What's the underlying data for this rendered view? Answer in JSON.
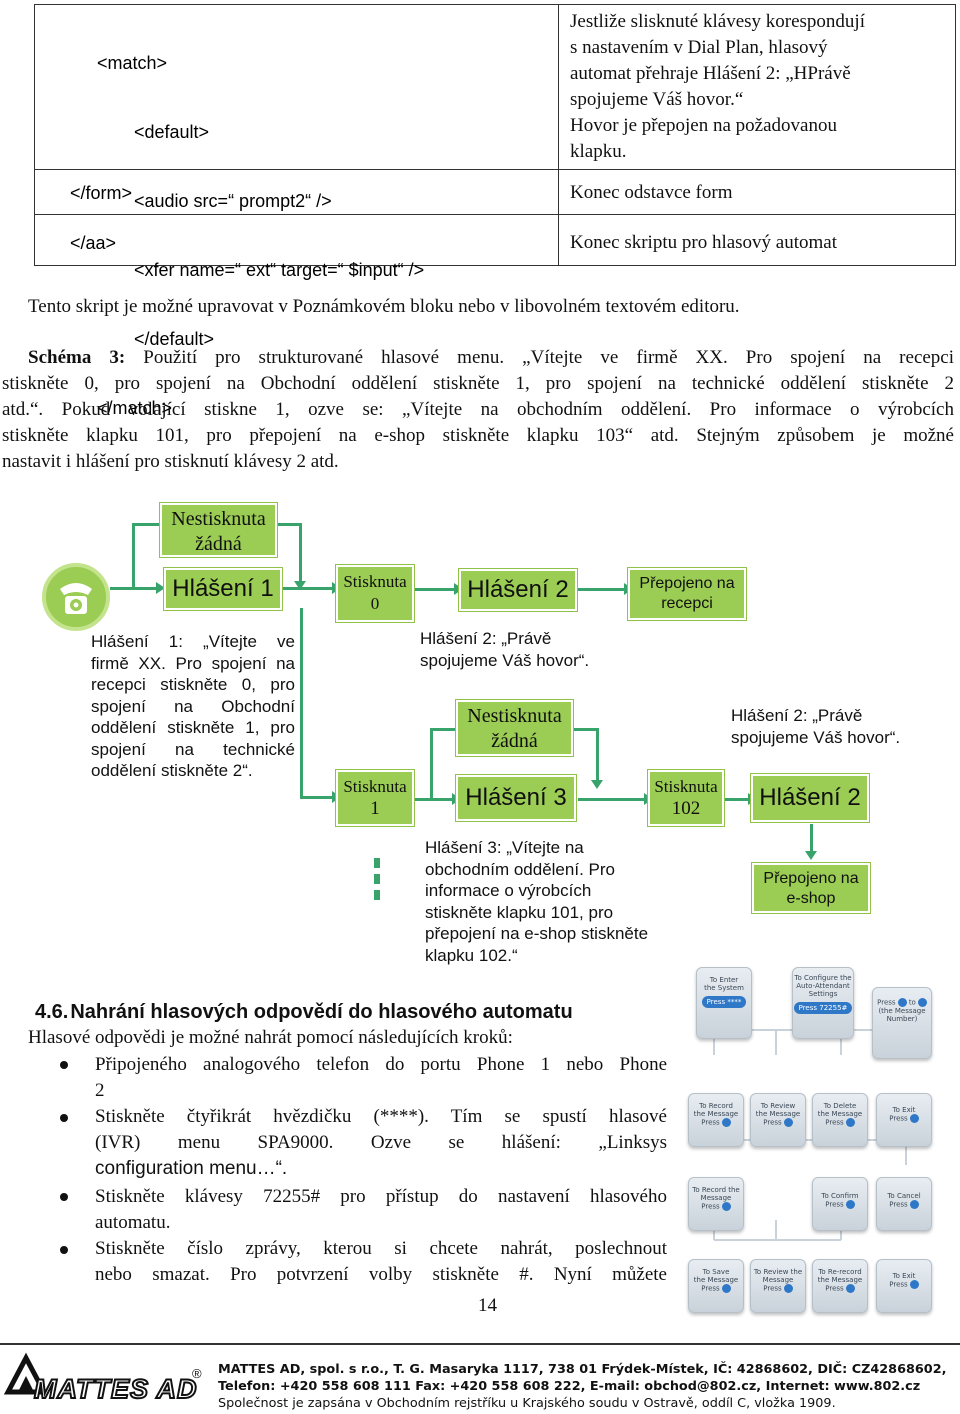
{
  "table": {
    "rows": [
      {
        "code": [
          "<match>",
          "  <default>",
          "  <audio src=“ prompt2“ />",
          "  <xfer name=“ ext“ target=“ $input“ />",
          "  </default>",
          "</match>"
        ],
        "desc": [
          "Jestliže slisknuté klávesy korespondují",
          "s nastavením v Dial Plan, hlasový",
          "automat přehraje Hlášení 2: „HPrávě",
          "spojujeme Váš hovor.“",
          "Hovor je přepojen na požadovanou",
          "klapku."
        ]
      },
      {
        "code": [
          "</form>"
        ],
        "desc": [
          "Konec odstavce  form"
        ]
      },
      {
        "code": [
          "</aa>"
        ],
        "desc": [
          "Konec skriptu pro hlasový automat"
        ]
      }
    ]
  },
  "note": "Tento skript je možné upravovat v Poznámkovém bloku nebo v libovolném textovém editoru.",
  "schema": {
    "label": "Schéma 3:",
    "lines": [
      "Použití pro strukturované hlasové menu. „Vítejte ve firmě XX. Pro spojení na recepci",
      "stiskněte 0, pro spojení na Obchodní oddělení stiskněte 1, pro spojení na technické oddělení stiskněte 2",
      "atd.“. Pokud volající stiskne 1, ozve se: „Vítejte na obchodním oddělení. Pro informace o výrobcích",
      "stiskněte klapku 101, pro přepojení na e-shop stiskněte klapku 103“ atd. Stejným způsobem je možné",
      "nastavit i hlášení pro stisknutí klávesy 2 atd."
    ]
  },
  "diagram": {
    "nestisknuta_1": [
      "Nestisknuta",
      "žádná"
    ],
    "hlaseni_1": "Hlášení 1",
    "stisknuta_0": [
      "Stisknuta",
      "0"
    ],
    "hlaseni_2a": "Hlášení 2",
    "prepojeno_recepci": [
      "Přepojeno na",
      "recepci"
    ],
    "text_h1": [
      "Hlášení 1: „Vítejte ve",
      "firmě XX. Pro spojení na",
      "recepci stiskněte 0, pro",
      "spojení na Obchodní",
      "oddělení stiskněte 1, pro",
      "spojení na technické",
      "oddělení stiskněte 2“."
    ],
    "text_h2a": [
      "Hlášení 2: „Právě",
      "spojujeme Váš hovor“."
    ],
    "nestisknuta_2": [
      "Nestisknuta",
      "žádná"
    ],
    "text_h2b": [
      "Hlášení 2: „Právě",
      "spojujeme Váš hovor“."
    ],
    "stisknuta_1": [
      "Stisknuta",
      "1"
    ],
    "hlaseni_3": "Hlášení 3",
    "stisknuta_102": [
      "Stisknuta",
      "102"
    ],
    "hlaseni_2b": "Hlášení 2",
    "text_h3": [
      "Hlášení 3: „Vítejte na",
      "obchodním oddělení. Pro",
      "informace o výrobcích",
      "stiskněte klapku 101, pro",
      "přepojení na e-shop stiskněte",
      "klapku 102.“"
    ],
    "prepojeno_eshop": [
      "Přepojeno na",
      "e-shop"
    ]
  },
  "section": {
    "number": "4.6.",
    "title": "Nahrání hlasových odpovědí do hlasového automatu",
    "intro": "Hlasové odpovědi je možné nahrát pomocí následujících kroků:",
    "bullets": [
      [
        "Připojeného analogového telefon do portu Phone 1 nebo Phone",
        "2"
      ],
      [
        "Stiskněte čtyřikrát hvězdičku (****). Tím se spustí hlasové",
        "(IVR) menu SPA9000. Ozve se hlášení: „Linksys",
        "configuration menu…“."
      ],
      [
        "Stiskněte klávesy 72255# pro přístup do nastavení hlasového",
        "automatu."
      ],
      [
        "Stiskněte číslo zprávy, kterou si chcete nahrát, poslechnout",
        "nebo smazat. Pro potvrzení volby stiskněte #. Nyní můžete"
      ]
    ]
  },
  "keypad": {
    "enter": [
      "To Enter",
      "the System"
    ],
    "enter_press": "Press ****",
    "configure": [
      "To Configure the",
      "Auto-Attendant",
      "Settings"
    ],
    "configure_press": "Press 72255#",
    "press_to": [
      "Press",
      "to",
      "(the Message",
      "Number)"
    ],
    "record": [
      "To Record",
      "the Message",
      "Press"
    ],
    "review": [
      "To Review",
      "the Message",
      "Press"
    ],
    "delete": [
      "To Delete",
      "the Message",
      "Press"
    ],
    "exit1": [
      "To Exit",
      "Press"
    ],
    "record_msg": [
      "To Record the",
      "Message",
      "Press"
    ],
    "confirm": [
      "To Confirm",
      "Press"
    ],
    "cancel": [
      "To Cancel",
      "Press"
    ],
    "save": [
      "To Save",
      "the Message",
      "Press"
    ],
    "review_the": [
      "To Review the",
      "Message",
      "Press"
    ],
    "rerecord": [
      "To Re-record",
      "the Message",
      "Press"
    ],
    "exit2": [
      "To Exit",
      "Press"
    ]
  },
  "page_number": "14",
  "footer": {
    "logo": "MATTES AD",
    "registered": "®",
    "line1": "MATTES AD, spol. s r.o., T. G. Masaryka 1117, 738 01 Frýdek-Místek, IČ: 42868602, DIČ: CZ42868602,",
    "line2": "Telefon: +420 558 608 111 Fax: +420 558 608 222, E-mail: obchod@802.cz, Internet: www.802.cz",
    "line3": "Společnost je zapsána v Obchodním rejstříku u Krajského soudu v Ostravě, oddíl C, vložka 1909."
  },
  "colors": {
    "box_green": "#9bcc53",
    "line_green": "#38a36a"
  }
}
